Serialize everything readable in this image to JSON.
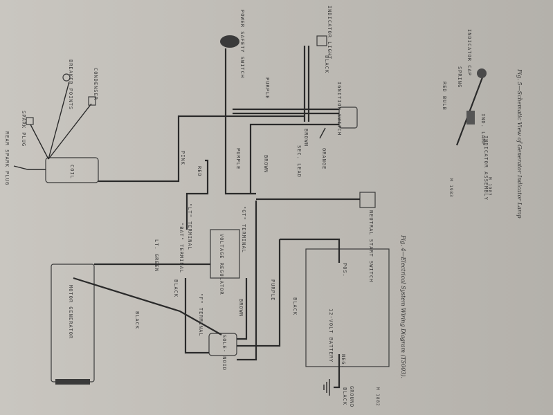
{
  "labels": {
    "rear_spark_plug": "REAR SPARK PLUG",
    "breaker_points": "BREAKER POINTS",
    "condenser": "CONDENSER",
    "spark_plug": "SPARK PLUG",
    "coil": "COIL",
    "pink": "PINK",
    "red": "RED",
    "purple_1": "PURPLE",
    "purple_2": "PURPLE",
    "purple_3": "PURPLE",
    "brown_1": "BROWN",
    "brown_2": "BROWN",
    "brown_3": "BROWN",
    "orange": "ORANGE",
    "black_1": "BLACK",
    "black_2": "BLACK",
    "black_3": "BLACK",
    "black_4": "BLACK",
    "black_5": "BLACK",
    "lt_green": "LT. GREEN",
    "lt_terminal": "\"LT\" TERMINAL",
    "bat_terminal": "\"BAT\" TERMINAL",
    "f_terminal": "\"F\" TERMINAL",
    "gt_terminal": "\"GT\" TERMINAL",
    "voltage_regulator": "VOLTAGE REGULATOR",
    "motor_generator": "MOTOR GENERATOR",
    "solenoid": "SOLE- NOID",
    "battery": "12-VOLT BATTERY",
    "pos": "POS.",
    "neg": "NEG.",
    "ground": "GROUND",
    "power_safety_switch": "POWER SAFETY SWITCH",
    "indicator_light": "INDICATOR LIGHT",
    "ignition_switch": "IGNITION SWITCH",
    "sec_lead": "SEC. LEAD",
    "neutral_start_switch": "NEUTRAL START SWITCH",
    "fig4_caption": "Fig. 4—Electrical System Wiring Diagram (T5003).",
    "fig5_caption": "Fig. 5—Schematic View of Generator Indicator Lamp",
    "red_bulb": "RED BULB",
    "spring": "SPRING",
    "indicator_cap": "INDICATOR CAP",
    "ind_lamp": "IND. LAMP",
    "indicator_assembly": "INDICATOR ASSEMBLY",
    "code_1": "M 1882",
    "code_2": "M 1983",
    "code_3": "M 1983"
  },
  "colors": {
    "ink": "#2a2a2a",
    "paper": "#c4c1bb"
  }
}
